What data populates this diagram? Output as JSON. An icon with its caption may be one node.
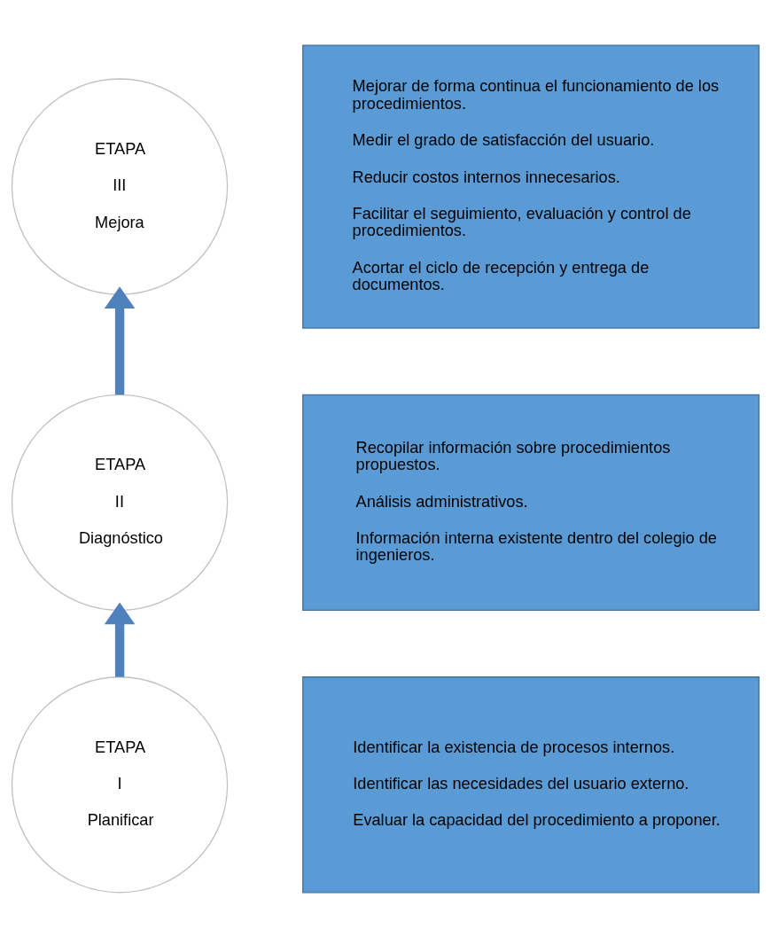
{
  "diagram": {
    "nodes": [
      {
        "text": [
          "ETAPA",
          "III",
          "Mejora"
        ]
      },
      {
        "text": [
          "Mejorar de forma continua el funcionamiento de los procedimientos.",
          "Medir el grado de satisfacción del usuario.",
          "Reducir costos internos innecesarios.",
          "Facilitar el seguimiento, evaluación y control de procedimientos.",
          "Acortar el ciclo de recepción y entrega de documentos."
        ]
      },
      {
        "text": [
          "ETAPA",
          "II",
          "Diagnóstico"
        ]
      },
      {
        "text": [
          "Recopilar información sobre procedimientos propuestos.",
          "Análisis administrativos.",
          "Información interna existente dentro del colegio de ingenieros."
        ]
      },
      {
        "text": [
          "ETAPA",
          "I",
          "Planificar"
        ]
      },
      {
        "text": [
          "Identificar la existencia de procesos internos.",
          "Identificar las necesidades del usuario externo.",
          "Evaluar la capacidad del procedimiento a proponer."
        ]
      }
    ],
    "edges": [
      {
        "from": 4,
        "to": 2,
        "arrow": "to"
      },
      {
        "from": 2,
        "to": 0,
        "arrow": "to"
      }
    ]
  }
}
